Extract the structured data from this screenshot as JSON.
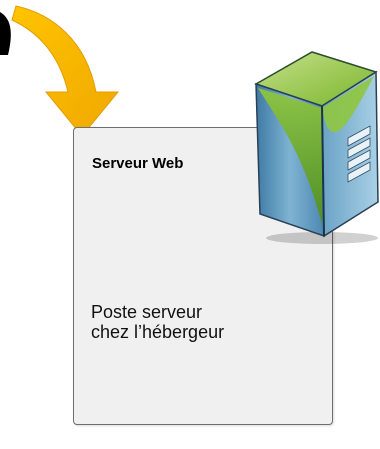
{
  "diagram": {
    "card": {
      "title": "Serveur Web",
      "description_line1": "Poste serveur",
      "description_line2": "chez l’hébergeur"
    },
    "colors": {
      "arrow": "#f5b800",
      "arrow_dark": "#e09b00",
      "card_fill": "#f0f0f0",
      "card_border": "#6e6e6e",
      "server_green": "#7cb82f",
      "server_blue": "#5f99bb"
    },
    "icons": [
      "curved-arrow-icon",
      "server-tower-icon"
    ]
  }
}
